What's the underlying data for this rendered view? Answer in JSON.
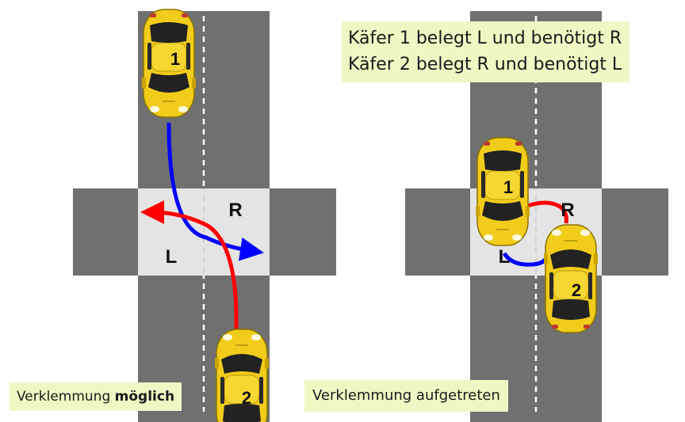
{
  "left_scene": {
    "zone_r": "R",
    "zone_l": "L",
    "car_top_number": "1",
    "car_bottom_number": "2",
    "caption": {
      "text": "Verklemmung ",
      "emphasis": "möglich"
    }
  },
  "right_scene": {
    "zone_r": "R",
    "zone_l": "L",
    "car_1_number": "1",
    "car_2_number": "2",
    "caption": "Verklemmung aufgetreten",
    "info": {
      "line1": "Käfer 1 belegt L und benötigt R",
      "line2": "Käfer 2 belegt R und benötigt L"
    }
  },
  "colors": {
    "road": "#707070",
    "intersection": "#e4e4e4",
    "car_body": "#f2cc1a",
    "car_glass": "#222222",
    "path_red": "#ff0000",
    "path_blue": "#0000ff",
    "label_bg": "#eef8c4"
  }
}
